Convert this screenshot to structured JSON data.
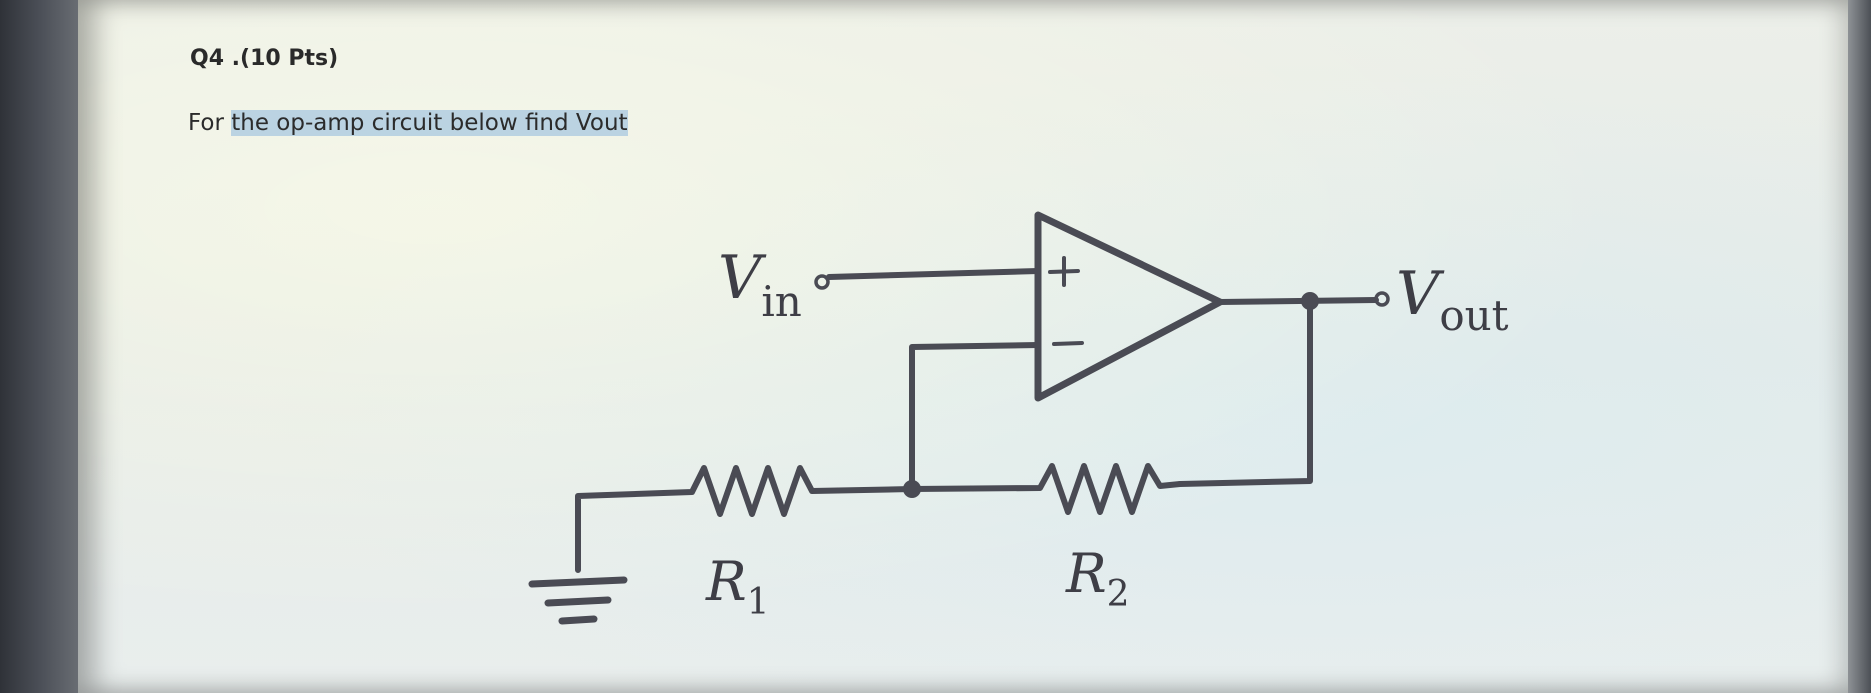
{
  "question": {
    "heading": "Q4 .(10 Pts)",
    "prompt_pre": "For ",
    "prompt_highlight": "the op-amp circuit below find Vout",
    "prompt_end": ""
  },
  "circuit": {
    "input_label_main": "V",
    "input_label_sub": "in",
    "output_label_main": "V",
    "output_label_sub": "out",
    "plus_sign": "+",
    "minus_sign": "−",
    "r1_label_main": "R",
    "r1_label_sub": "1",
    "r2_label_main": "R",
    "r2_label_sub": "2",
    "wire_color": "#4a4b54"
  }
}
